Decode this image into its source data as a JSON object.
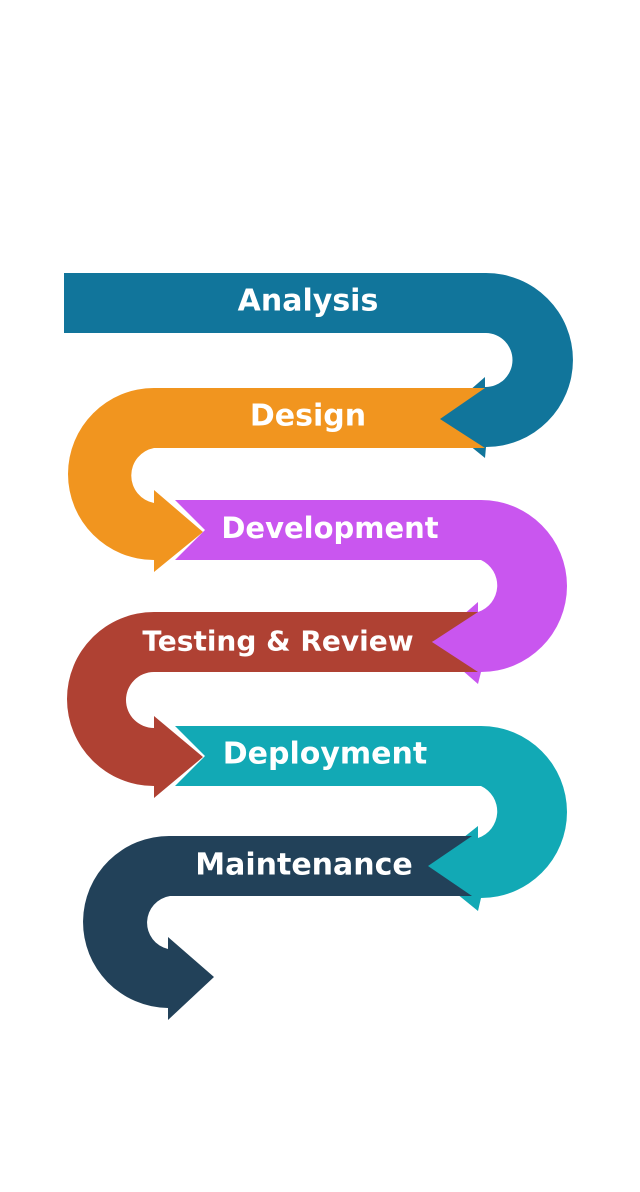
{
  "diagram": {
    "steps": [
      {
        "label": "Analysis",
        "color": "#11759B"
      },
      {
        "label": "Design",
        "color": "#F1951F"
      },
      {
        "label": "Development",
        "color": "#C956EF"
      },
      {
        "label": "Testing & Review",
        "color": "#AF4133"
      },
      {
        "label": "Deployment",
        "color": "#12A9B5"
      },
      {
        "label": "Maintenance",
        "color": "#224159"
      }
    ]
  }
}
